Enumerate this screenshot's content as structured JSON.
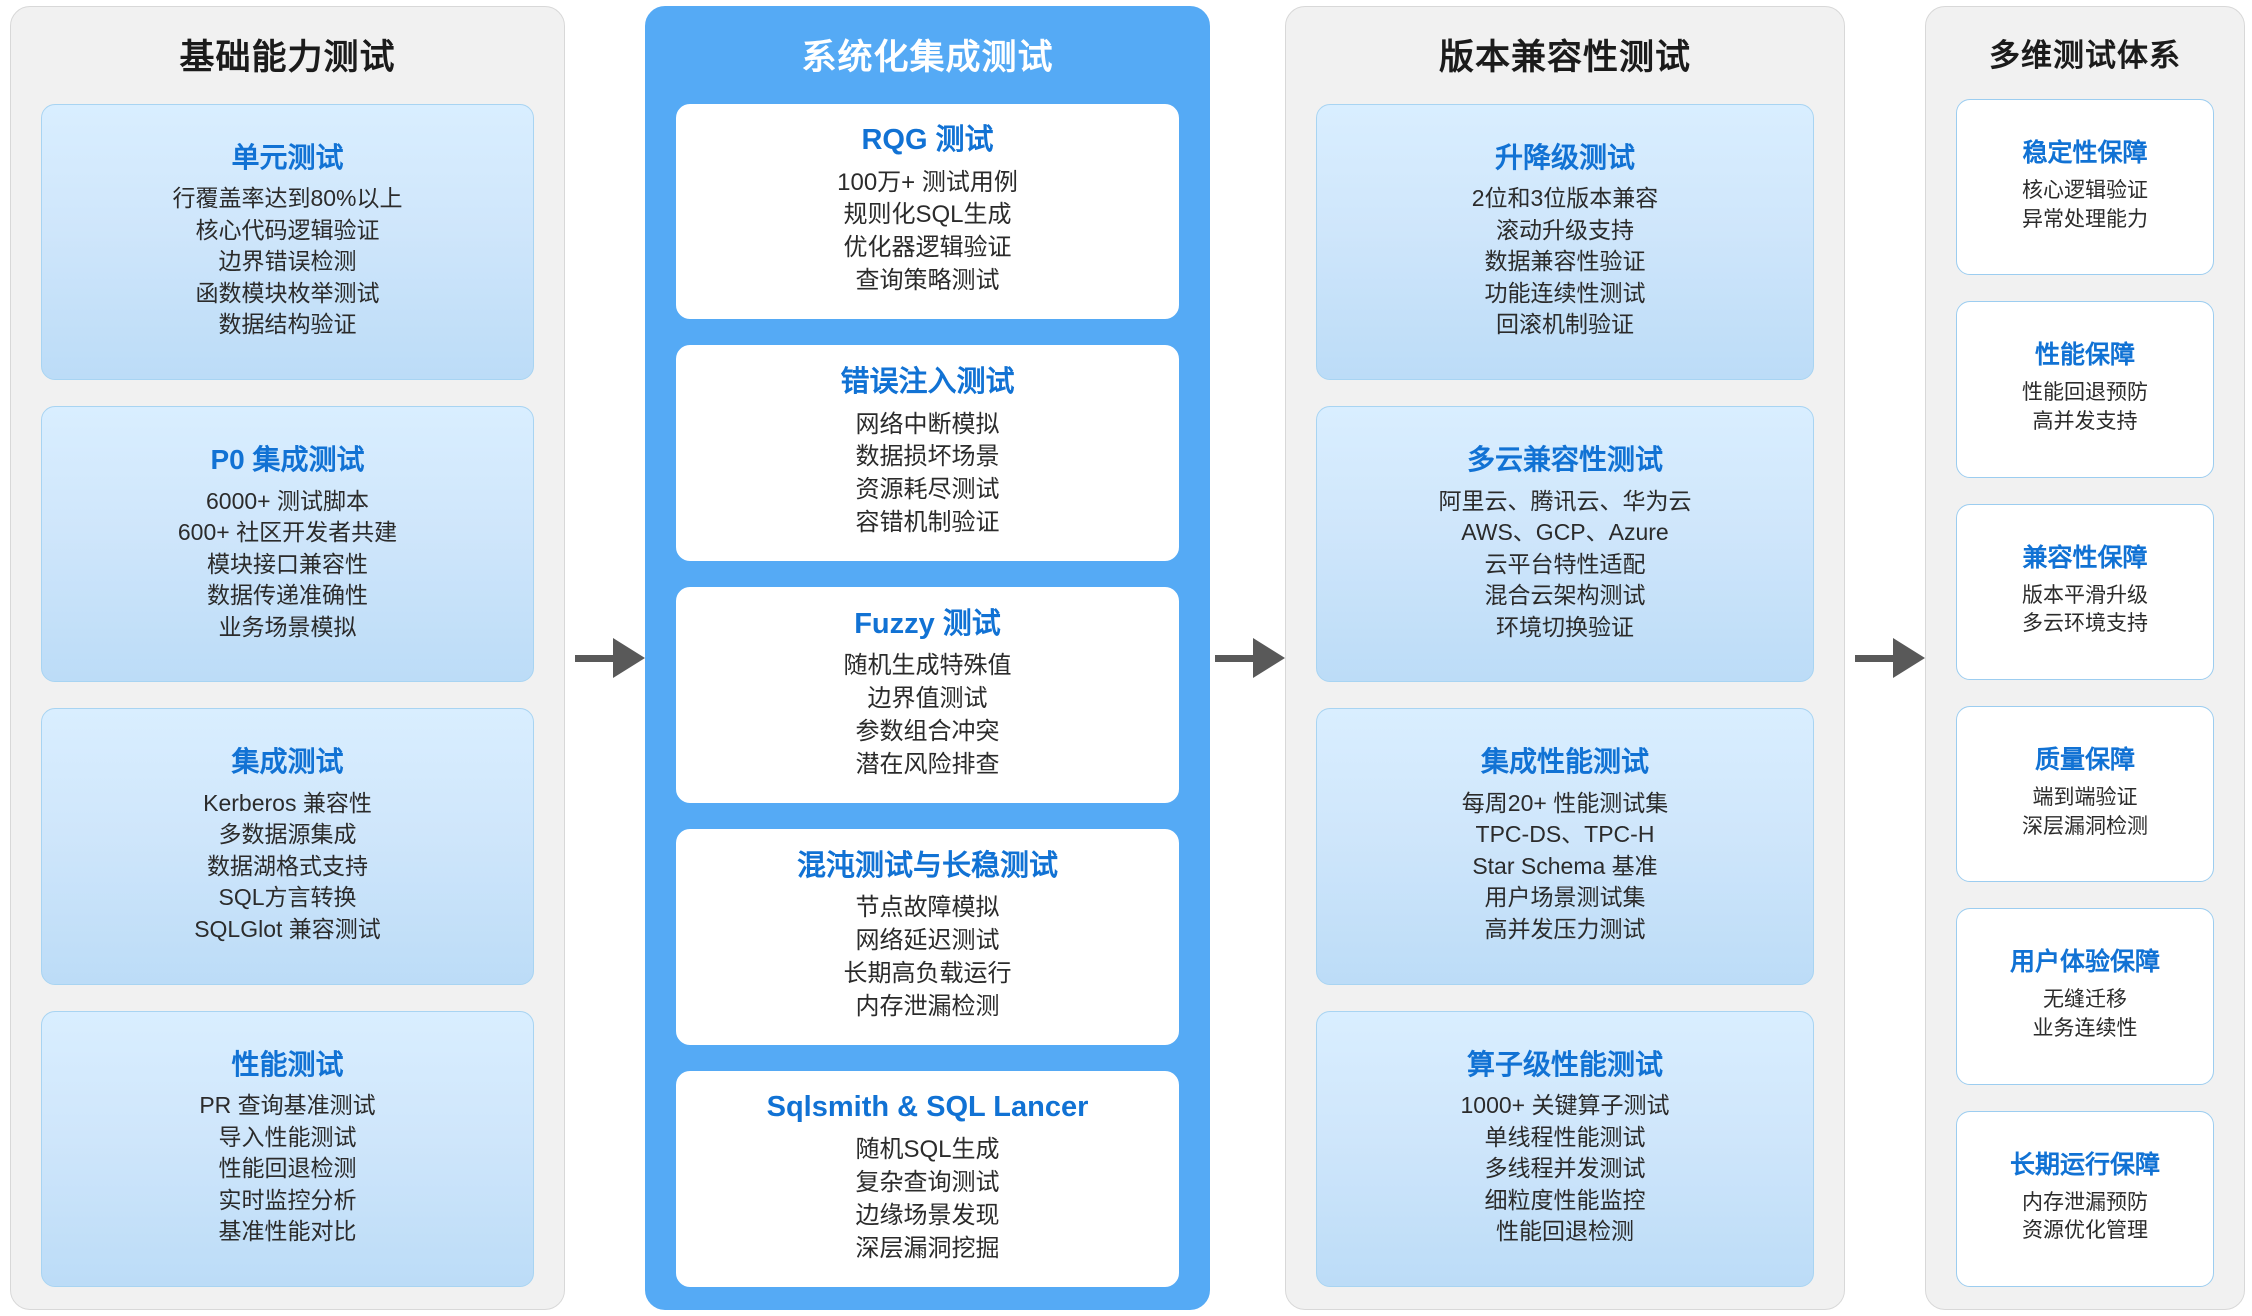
{
  "theme": {
    "accent_blue": "#55aaf5",
    "title_blue": "#1172d4",
    "panel_gray": "#f1f1f1",
    "arrow_gray": "#595959",
    "card_blue_top": "#d9eeff",
    "card_blue_bottom": "#bcdcf7"
  },
  "columns": [
    {
      "title": "基础能力测试",
      "cards": [
        {
          "title": "单元测试",
          "lines": [
            "行覆盖率达到80%以上",
            "核心代码逻辑验证",
            "边界错误检测",
            "函数模块枚举测试",
            "数据结构验证"
          ]
        },
        {
          "title": "P0 集成测试",
          "lines": [
            "6000+ 测试脚本",
            "600+ 社区开发者共建",
            "模块接口兼容性",
            "数据传递准确性",
            "业务场景模拟"
          ]
        },
        {
          "title": "集成测试",
          "lines": [
            "Kerberos 兼容性",
            "多数据源集成",
            "数据湖格式支持",
            "SQL方言转换",
            "SQLGlot 兼容测试"
          ]
        },
        {
          "title": "性能测试",
          "lines": [
            "PR 查询基准测试",
            "导入性能测试",
            "性能回退检测",
            "实时监控分析",
            "基准性能对比"
          ]
        }
      ]
    },
    {
      "title": "系统化集成测试",
      "cards": [
        {
          "title": "RQG 测试",
          "lines": [
            "100万+ 测试用例",
            "规则化SQL生成",
            "优化器逻辑验证",
            "查询策略测试"
          ]
        },
        {
          "title": "错误注入测试",
          "lines": [
            "网络中断模拟",
            "数据损坏场景",
            "资源耗尽测试",
            "容错机制验证"
          ]
        },
        {
          "title": "Fuzzy 测试",
          "lines": [
            "随机生成特殊值",
            "边界值测试",
            "参数组合冲突",
            "潜在风险排查"
          ]
        },
        {
          "title": "混沌测试与长稳测试",
          "lines": [
            "节点故障模拟",
            "网络延迟测试",
            "长期高负载运行",
            "内存泄漏检测"
          ]
        },
        {
          "title": "Sqlsmith & SQL Lancer",
          "lines": [
            "随机SQL生成",
            "复杂查询测试",
            "边缘场景发现",
            "深层漏洞挖掘"
          ]
        }
      ]
    },
    {
      "title": "版本兼容性测试",
      "cards": [
        {
          "title": "升降级测试",
          "lines": [
            "2位和3位版本兼容",
            "滚动升级支持",
            "数据兼容性验证",
            "功能连续性测试",
            "回滚机制验证"
          ]
        },
        {
          "title": "多云兼容性测试",
          "lines": [
            "阿里云、腾讯云、华为云",
            "AWS、GCP、Azure",
            "云平台特性适配",
            "混合云架构测试",
            "环境切换验证"
          ]
        },
        {
          "title": "集成性能测试",
          "lines": [
            "每周20+ 性能测试集",
            "TPC-DS、TPC-H",
            "Star Schema 基准",
            "用户场景测试集",
            "高并发压力测试"
          ]
        },
        {
          "title": "算子级性能测试",
          "lines": [
            "1000+ 关键算子测试",
            "单线程性能测试",
            "多线程并发测试",
            "细粒度性能监控",
            "性能回退检测"
          ]
        }
      ]
    },
    {
      "title": "多维测试体系",
      "cards": [
        {
          "title": "稳定性保障",
          "lines": [
            "核心逻辑验证",
            "异常处理能力"
          ]
        },
        {
          "title": "性能保障",
          "lines": [
            "性能回退预防",
            "高并发支持"
          ]
        },
        {
          "title": "兼容性保障",
          "lines": [
            "版本平滑升级",
            "多云环境支持"
          ]
        },
        {
          "title": "质量保障",
          "lines": [
            "端到端验证",
            "深层漏洞检测"
          ]
        },
        {
          "title": "用户体验保障",
          "lines": [
            "无缝迁移",
            "业务连续性"
          ]
        },
        {
          "title": "长期运行保障",
          "lines": [
            "内存泄漏预防",
            "资源优化管理"
          ]
        }
      ]
    }
  ],
  "arrows": [
    {
      "name": "arrow-col1-to-col2"
    },
    {
      "name": "arrow-col2-to-col3"
    },
    {
      "name": "arrow-col3-to-col4"
    }
  ]
}
